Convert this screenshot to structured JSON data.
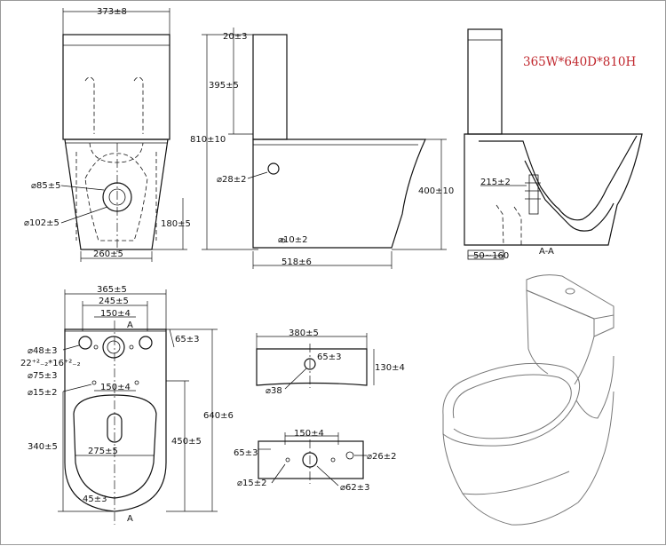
{
  "spec_title": "365W*640D*810H",
  "elevation": {
    "width_top": "373±8",
    "spud_diameter": "⌀85±5",
    "outlet_diameter": "⌀102±5",
    "outlet_height": "180±5",
    "base_width": "260±5"
  },
  "side_view": {
    "top_offset": "20±3",
    "tank_height": "395±5",
    "total_height": "810±10",
    "inlet_diameter": "⌀28±2",
    "bowl_height": "400±10",
    "bolt_hole": "⌀10±2",
    "base_length": "518±6"
  },
  "section": {
    "trap_dim": "215±2",
    "wall_gap": "50~160",
    "label": "A-A"
  },
  "plan": {
    "outer_width": "365±5",
    "inner_width": "245±5",
    "hole_spacing_top": "150±4",
    "section_mark": "A",
    "hole_48": "⌀48±3",
    "slot": "22⁺²₋₂*16⁺²₋₂",
    "hole_75": "⌀75±3",
    "hole_15": "⌀15±2",
    "tank_depth": "65±3",
    "hole_spacing_mid": "150±4",
    "total_depth": "640±6",
    "seat_depth": "450±5",
    "pan_depth": "340±5",
    "seat_width": "275±5",
    "bottom_offset": "45±3"
  },
  "tank_front": {
    "width": "380±5",
    "button_offset": "65±3",
    "height": "130±4",
    "button_diameter": "⌀38"
  },
  "tank_bottom": {
    "hole_spacing": "150±4",
    "edge_offset": "65±3",
    "small_hole": "⌀26±2",
    "bolt_hole": "⌀15±2",
    "outlet": "⌀62±3"
  }
}
